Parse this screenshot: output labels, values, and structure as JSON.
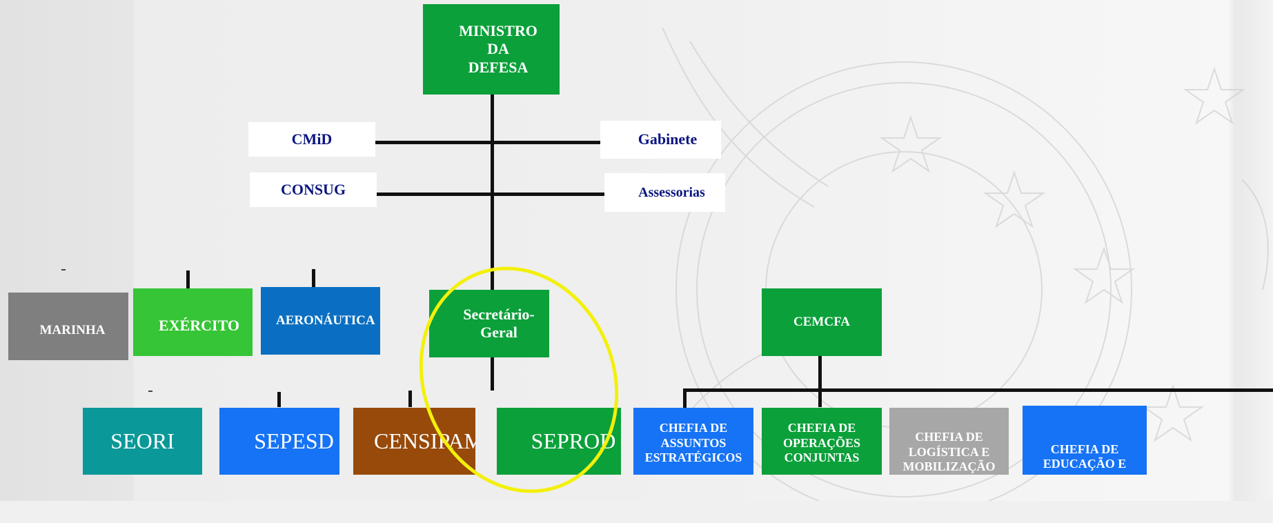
{
  "colors": {
    "green": "#0ba03a",
    "bright_green": "#36c536",
    "blue": "#1673f5",
    "dark_blue": "#0a6fc2",
    "teal": "#0b9898",
    "brown": "#974a09",
    "gray": "#7f7f7f",
    "light_gray": "#a7a7a7",
    "navy_text": "#0a1580",
    "highlight": "#f3f00c"
  },
  "nodes": {
    "ministro": "MINISTRO\nDA\nDEFESA",
    "cmid": "CMiD",
    "consug": "CONSUG",
    "gabinete": "Gabinete",
    "assessorias": "Assessorias",
    "marinha": "MARINHA",
    "exercito": "EXÉRCITO",
    "aeronautica": "AERONÁUTICA",
    "secretario_geral": "Secretário-\nGeral",
    "cemcfa": "CEMCFA",
    "seori": "SEORI",
    "sepesd": "SEPESD",
    "censipam": "CENSIPAM",
    "seprod": "SEPROD",
    "chefia_assuntos": "CHEFIA DE\nASSUNTOS\nESTRATÉGICOS",
    "chefia_operacoes": "CHEFIA DE\nOPERAÇÕES\nCONJUNTAS",
    "chefia_logistica": "CHEFIA DE\nLOGÍSTICA E\nMOBILIZAÇÃO",
    "chefia_educacao": "CHEFIA DE\nEDUCAÇÃO E\nCULTURA"
  }
}
